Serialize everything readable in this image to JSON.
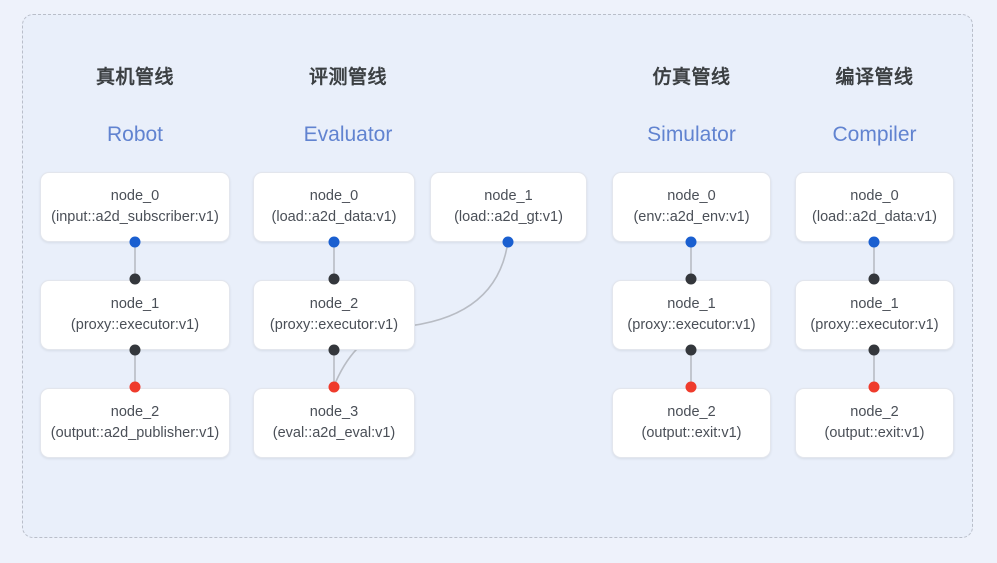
{
  "diagram": {
    "title_cn_note": "",
    "frame": {
      "style": "dashed",
      "color": "#b9bec9"
    },
    "colors": {
      "canvas": "#eef2fb",
      "inner_panel": "#e9effa",
      "card_bg": "#ffffff",
      "card_border": "#e3e6ed",
      "title_cn": "#3c4043",
      "title_en": "#6183d0",
      "port_output": "#1a5fd0",
      "port_input": "#34373c",
      "port_terminal": "#ef3b2c",
      "edge": "#b8bcc4"
    },
    "columns": [
      {
        "id": "robot",
        "title_cn": "真机管线",
        "title_en": "Robot",
        "nodes": [
          {
            "name": "node_0",
            "type": "(input::a2d_subscriber:v1)"
          },
          {
            "name": "node_1",
            "type": "(proxy::executor:v1)"
          },
          {
            "name": "node_2",
            "type": "(output::a2d_publisher:v1)"
          }
        ]
      },
      {
        "id": "evaluator",
        "title_cn": "评测管线",
        "title_en": "Evaluator",
        "nodes": [
          {
            "name": "node_0",
            "type": "(load::a2d_data:v1)"
          },
          {
            "name": "node_1",
            "type": "(load::a2d_gt:v1)"
          },
          {
            "name": "node_2",
            "type": "(proxy::executor:v1)"
          },
          {
            "name": "node_3",
            "type": "(eval::a2d_eval:v1)"
          }
        ]
      },
      {
        "id": "simulator",
        "title_cn": "仿真管线",
        "title_en": "Simulator",
        "nodes": [
          {
            "name": "node_0",
            "type": "(env::a2d_env:v1)"
          },
          {
            "name": "node_1",
            "type": "(proxy::executor:v1)"
          },
          {
            "name": "node_2",
            "type": "(output::exit:v1)"
          }
        ]
      },
      {
        "id": "compiler",
        "title_cn": "编译管线",
        "title_en": "Compiler",
        "nodes": [
          {
            "name": "node_0",
            "type": "(load::a2d_data:v1)"
          },
          {
            "name": "node_1",
            "type": "(proxy::executor:v1)"
          },
          {
            "name": "node_2",
            "type": "(output::exit:v1)"
          }
        ]
      }
    ]
  }
}
